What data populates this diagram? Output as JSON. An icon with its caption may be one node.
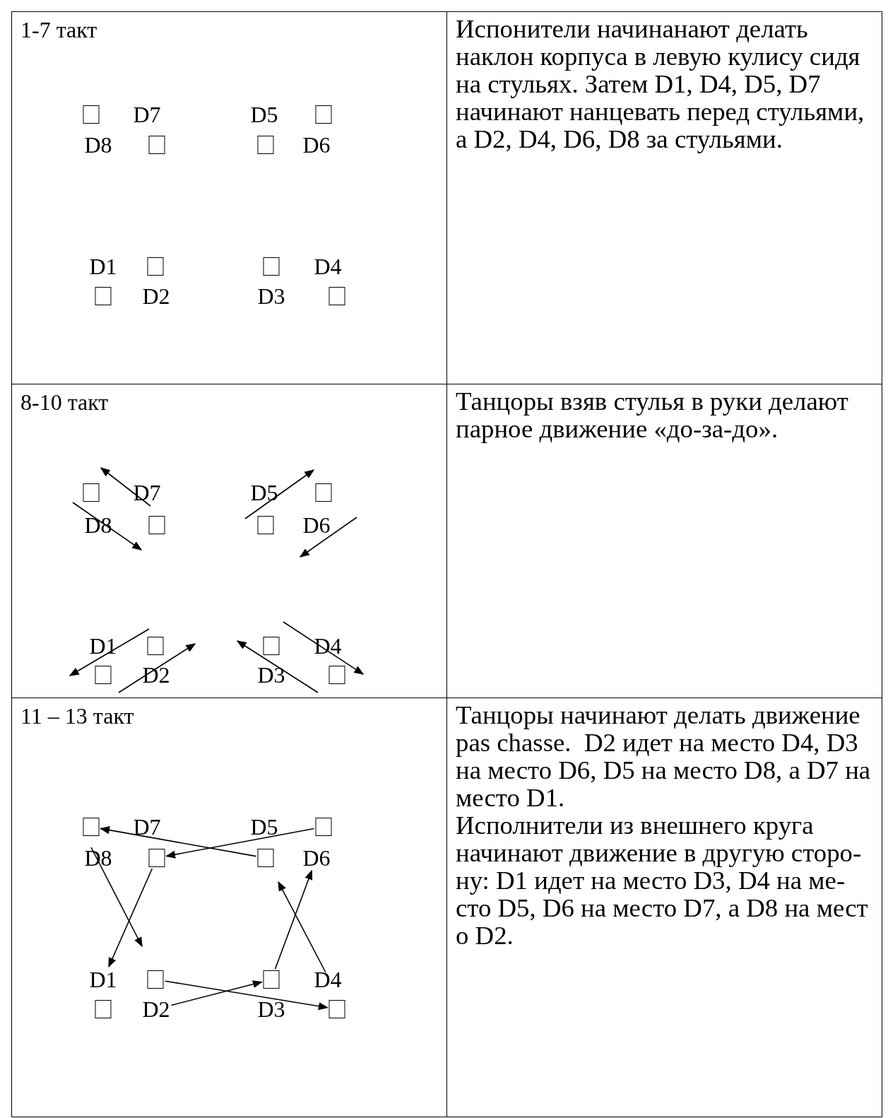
{
  "diagram": {
    "nodes": [
      {
        "text": [
          "1-7 такт"
        ]
      },
      {
        "text": [],
        "shape": "box",
        "in": 0
      },
      {
        "text": [
          "D7"
        ],
        "in": 0
      },
      {
        "text": [
          "D5"
        ],
        "in": 0
      },
      {
        "text": [],
        "shape": "box",
        "in": 0
      },
      {
        "text": [
          "D8"
        ],
        "in": 0
      },
      {
        "text": [],
        "shape": "box",
        "in": 0
      },
      {
        "text": [],
        "shape": "box",
        "in": 0
      },
      {
        "text": [
          "D6"
        ],
        "in": 0
      },
      {
        "text": [
          "D1"
        ],
        "in": 0
      },
      {
        "text": [],
        "shape": "box",
        "in": 0
      },
      {
        "text": [],
        "shape": "box",
        "in": 0
      },
      {
        "text": [
          "D4"
        ],
        "in": 0
      },
      {
        "text": [],
        "shape": "box",
        "in": 0
      },
      {
        "text": [
          "D2"
        ],
        "in": 0
      },
      {
        "text": [
          "D3"
        ],
        "in": 0
      },
      {
        "text": [],
        "shape": "box",
        "in": 0
      },
      {
        "text": [
          "Испонители начинанают делать наклон корпуса в левую кулису сидя на стульях. Затем D1, D4, D5, D7 начинают нанцевать перед стульями, а D2, D4, D6, D8 за стульями."
        ]
      },
      {
        "text": [
          "8-10 такт"
        ]
      },
      {
        "text": [],
        "shape": "box",
        "in": 18
      },
      {
        "text": [
          "D7"
        ],
        "in": 18
      },
      {
        "text": [
          "D5"
        ],
        "in": 18
      },
      {
        "text": [],
        "shape": "box",
        "in": 18
      },
      {
        "text": [
          "D8"
        ],
        "in": 18
      },
      {
        "text": [],
        "shape": "box",
        "in": 18
      },
      {
        "text": [],
        "shape": "box",
        "in": 18
      },
      {
        "text": [
          "D6"
        ],
        "in": 18
      },
      {
        "text": [
          "D1"
        ],
        "in": 18
      },
      {
        "text": [],
        "shape": "box",
        "in": 18
      },
      {
        "text": [],
        "shape": "box",
        "in": 18
      },
      {
        "text": [
          "D4"
        ],
        "in": 18
      },
      {
        "text": [],
        "shape": "box",
        "in": 18
      },
      {
        "text": [
          "D2"
        ],
        "in": 18
      },
      {
        "text": [
          "D3"
        ],
        "in": 18
      },
      {
        "text": [],
        "shape": "box",
        "in": 18
      },
      {
        "text": [
          "Танцоры взяв стулья в руки делают парное движение «до-за-до»."
        ]
      },
      {
        "text": [
          "11 – 13 такт"
        ]
      },
      {
        "text": [],
        "shape": "box",
        "in": 36
      },
      {
        "text": [
          "D7"
        ],
        "in": 36
      },
      {
        "text": [
          "D5"
        ],
        "in": 36
      },
      {
        "text": [],
        "shape": "box",
        "in": 36
      },
      {
        "text": [
          "D8"
        ],
        "in": 36
      },
      {
        "text": [],
        "shape": "box",
        "in": 36
      },
      {
        "text": [],
        "shape": "box",
        "in": 36
      },
      {
        "text": [
          "D6"
        ],
        "in": 36
      },
      {
        "text": [
          "D1"
        ],
        "in": 36
      },
      {
        "text": [],
        "shape": "box",
        "in": 36
      },
      {
        "text": [],
        "shape": "box",
        "in": 36
      },
      {
        "text": [
          "D4"
        ],
        "in": 36
      },
      {
        "text": [],
        "shape": "box",
        "in": 36
      },
      {
        "text": [
          "D2"
        ],
        "in": 36
      },
      {
        "text": [
          "D3"
        ],
        "in": 36
      },
      {
        "text": [],
        "shape": "box",
        "in": 36
      },
      {
        "text": [
          "Танцоры начинают делать движение pas chasse.  D2 идет на место D4, D3 на место D6, D5 на место D8, а D7 на место D1.",
          "Исполнители из внешнего круга начинают движение в другую сторо- ну: D1 идет на место D3, D4 на ме- сто D5, D6 на место D7, а D8 на мест о D2."
        ]
      }
    ],
    "edges": [
      {
        "from": 43,
        "to": 37,
        "arrow": "to"
      },
      {
        "from": 40,
        "to": 42,
        "arrow": "to"
      },
      {
        "from": 42,
        "to": 45,
        "arrow": "to"
      },
      {
        "from": 41,
        "to": 46,
        "arrow": "to"
      },
      {
        "from": 46,
        "to": 52,
        "arrow": "to"
      },
      {
        "from": 50,
        "to": 47,
        "arrow": "to"
      },
      {
        "from": 47,
        "to": 44,
        "arrow": "to"
      },
      {
        "from": 48,
        "to": 43,
        "arrow": "to"
      },
      {
        "from": 20,
        "to": 19,
        "arrow": "to"
      },
      {
        "from": 19,
        "to": 24,
        "arrow": "to"
      },
      {
        "from": 21,
        "to": 22,
        "arrow": "to"
      },
      {
        "from": null,
        "to": 26,
        "arrow": "to"
      },
      {
        "from": 28,
        "to": 31,
        "arrow": "to"
      },
      {
        "from": 31,
        "to": 32,
        "arrow": "to"
      },
      {
        "from": 34,
        "to": 29,
        "arrow": "to"
      },
      {
        "from": 29,
        "to": 34,
        "arrow": "to"
      }
    ]
  }
}
